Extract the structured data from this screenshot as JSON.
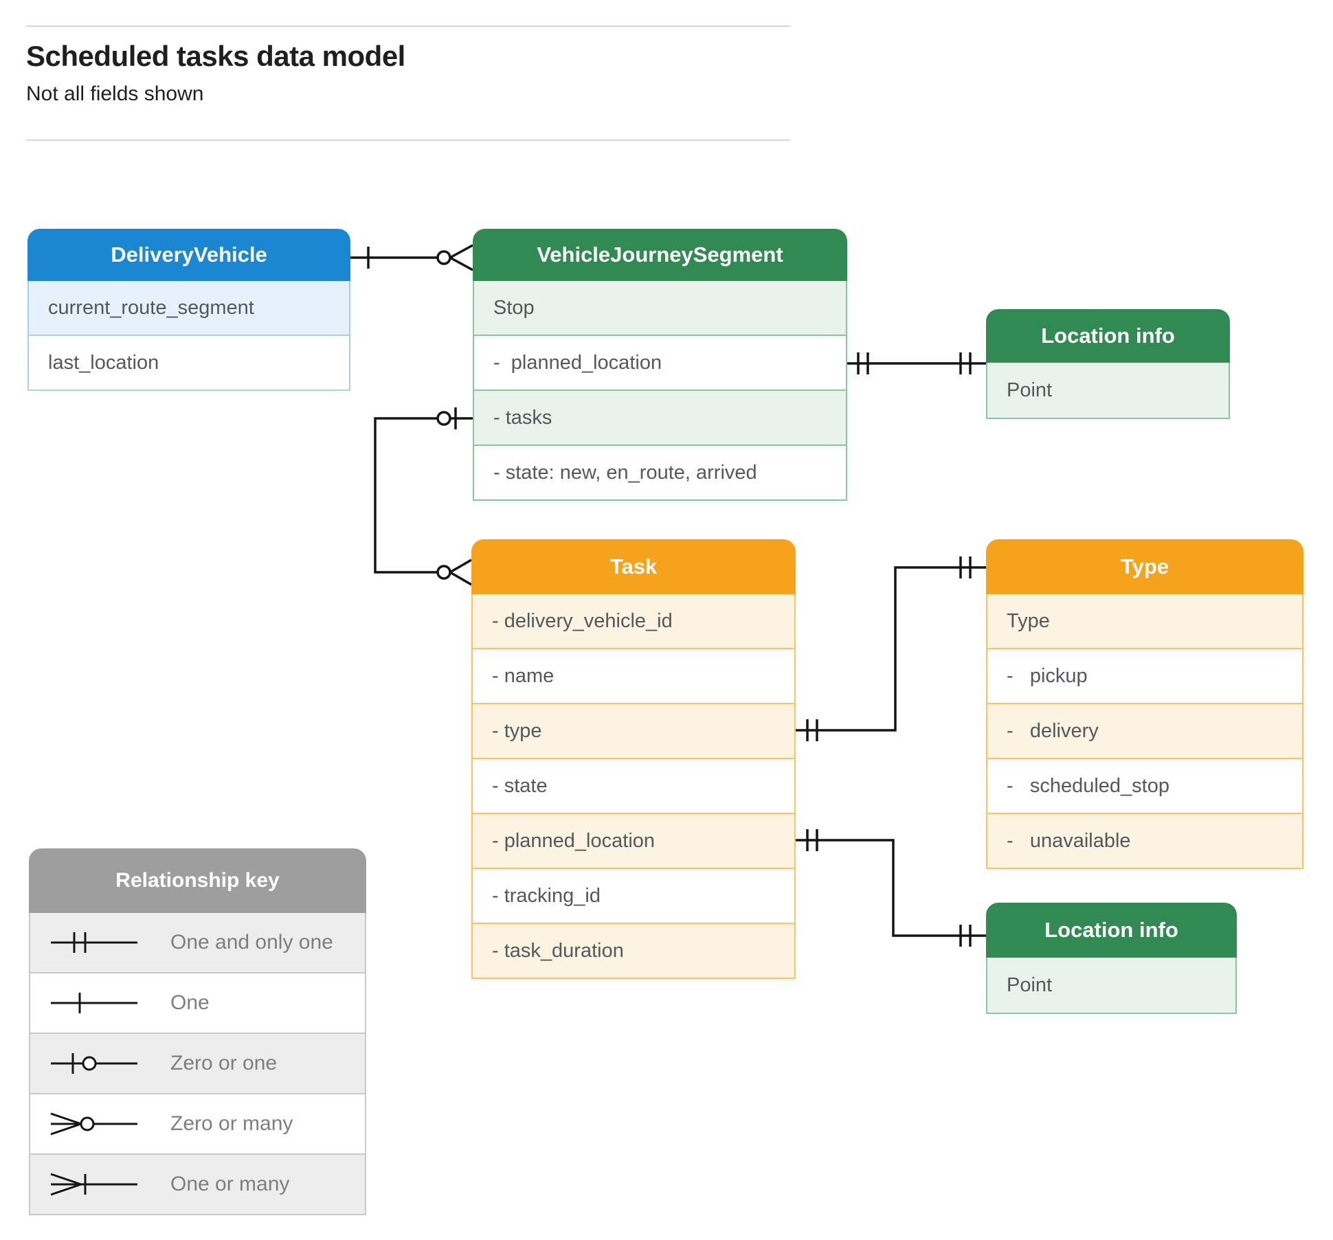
{
  "page": {
    "title": "Scheduled tasks data model",
    "subtitle": "Not all fields shown"
  },
  "entities": [
    {
      "name": "DeliveryVehicle",
      "theme": "blue",
      "fields": [
        "current_route_segment",
        "last_location"
      ]
    },
    {
      "name": "VehicleJourneySegment",
      "theme": "green",
      "fields": [
        "Stop",
        "-  planned_location",
        "- tasks",
        "- state: new, en_route, arrived"
      ]
    },
    {
      "name": "Location info",
      "theme": "green",
      "fields": [
        "Point"
      ]
    },
    {
      "name": "Task",
      "theme": "orange",
      "fields": [
        "- delivery_vehicle_id",
        "- name",
        "- type",
        "- state",
        "- planned_location",
        "- tracking_id",
        "- task_duration"
      ]
    },
    {
      "name": "Type",
      "theme": "orange",
      "fields": [
        "Type",
        "-   pickup",
        "-   delivery",
        "-   scheduled_stop",
        "-   unavailable"
      ]
    },
    {
      "name": "Location info",
      "theme": "green",
      "fields": [
        "Point"
      ]
    }
  ],
  "relationships": [
    {
      "from": "DeliveryVehicle",
      "to": "VehicleJourneySegment",
      "from_cardinality": "one",
      "to_cardinality": "zero-or-many"
    },
    {
      "from": "VehicleJourneySegment.tasks",
      "to": "Task",
      "from_cardinality": "zero-or-one",
      "to_cardinality": "zero-or-many"
    },
    {
      "from": "VehicleJourneySegment.planned_location",
      "to": "Location info",
      "from_cardinality": "one-and-only-one",
      "to_cardinality": "one-and-only-one"
    },
    {
      "from": "Task.type",
      "to": "Type",
      "from_cardinality": "one-and-only-one",
      "to_cardinality": "one-and-only-one"
    },
    {
      "from": "Task.planned_location",
      "to": "Location info",
      "from_cardinality": "one-and-only-one",
      "to_cardinality": "one-and-only-one"
    }
  ],
  "legend": {
    "title": "Relationship key",
    "items": [
      {
        "symbol": "one-and-only-one",
        "label": "One and only one"
      },
      {
        "symbol": "one",
        "label": "One"
      },
      {
        "symbol": "zero-or-one",
        "label": "Zero or one"
      },
      {
        "symbol": "zero-or-many",
        "label": "Zero or many"
      },
      {
        "symbol": "one-or-many",
        "label": "One or many"
      }
    ]
  },
  "colors": {
    "blue_header": "#1b87d2",
    "blue_tint": "#e7f1fc",
    "blue_border": "#a9cdf1",
    "green_header": "#318a51",
    "green_tint": "#e9f3ec",
    "green_border": "#8ac59e",
    "orange_header": "#f5a21c",
    "orange_tint": "#fdf3e2",
    "orange_border": "#f9c45f",
    "gray_header": "#9e9e9e",
    "gray_tint": "#ededed",
    "gray_border": "#c9c9c9",
    "connector": "#151515"
  }
}
